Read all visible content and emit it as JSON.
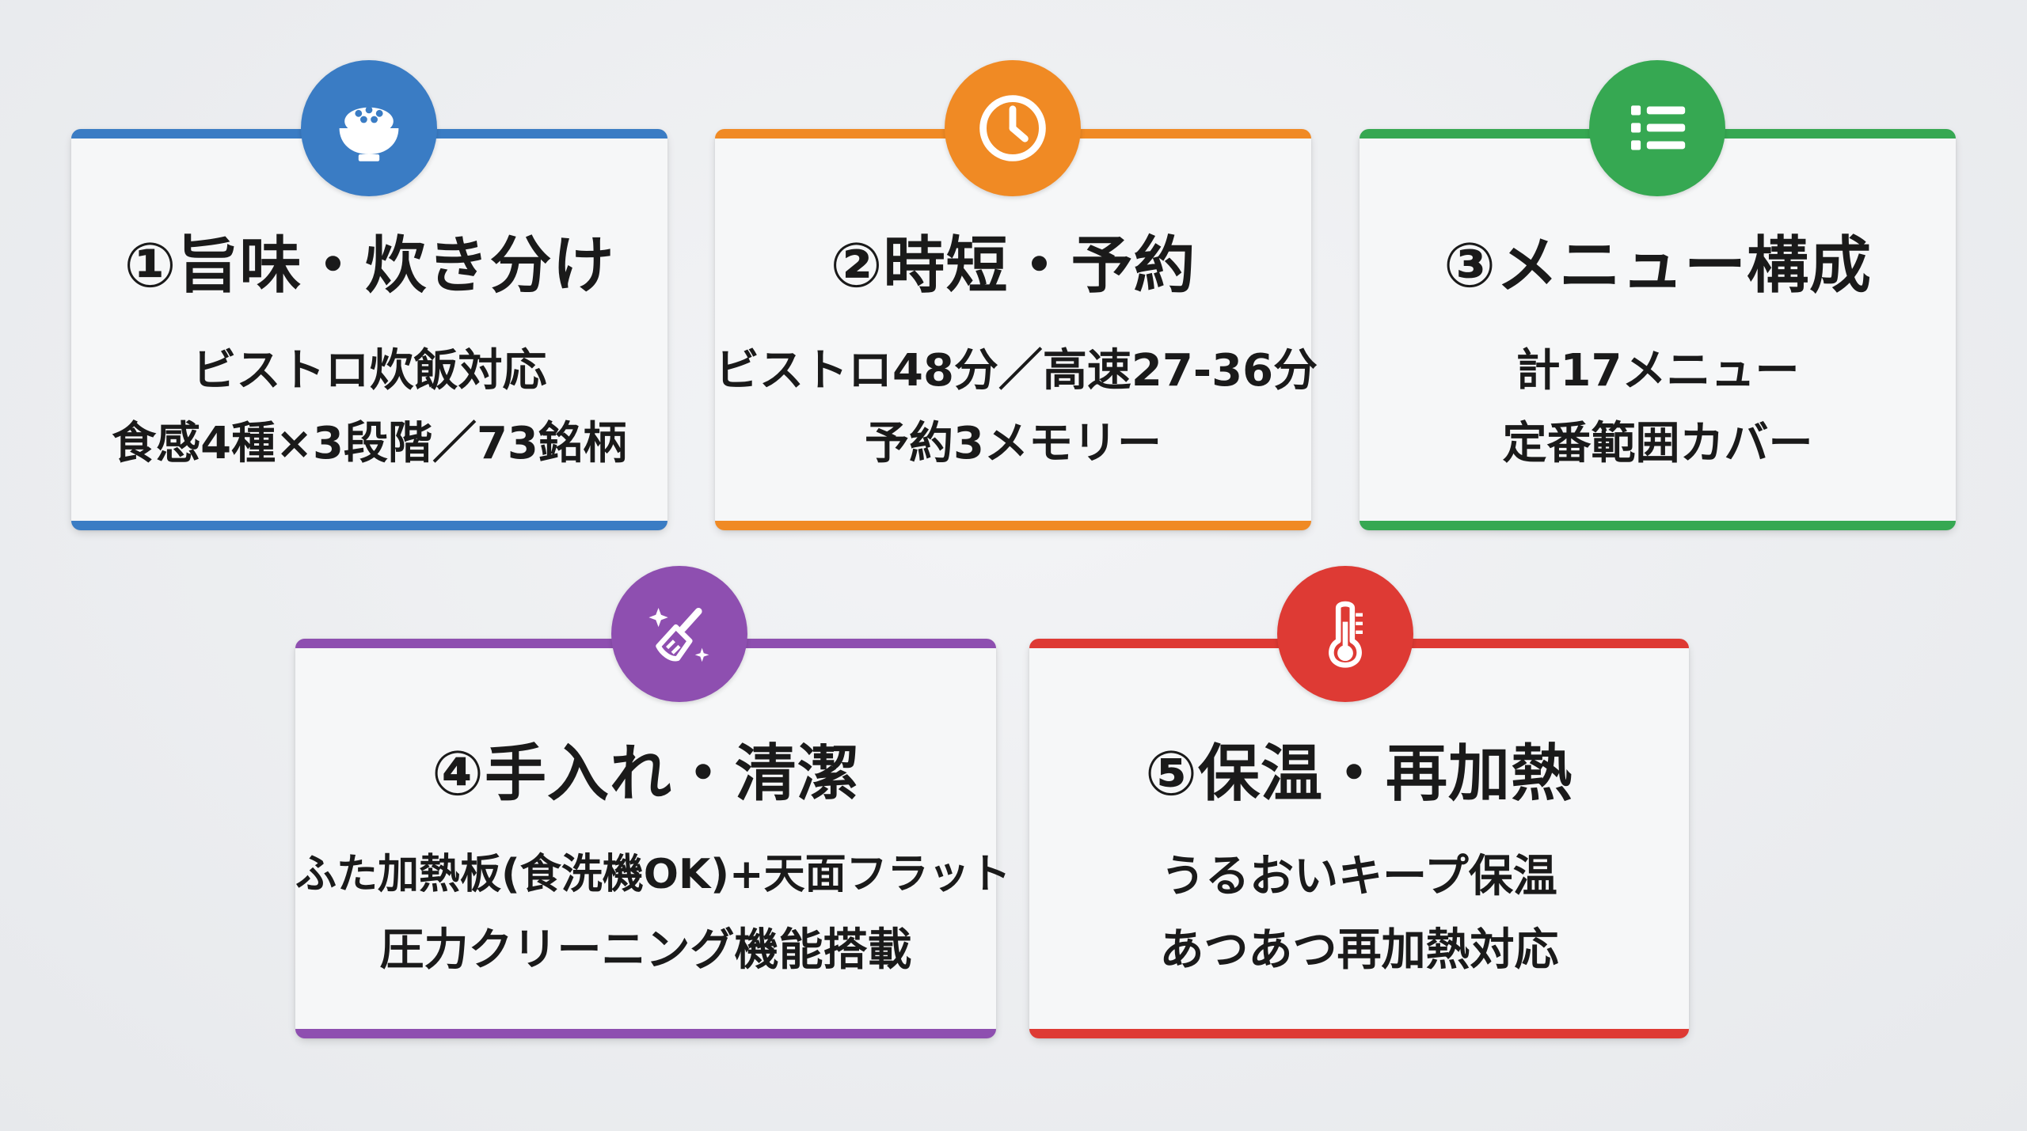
{
  "cards": [
    {
      "icon": "rice-bowl-icon",
      "color": "#3a7cc4",
      "title": "①旨味・炊き分け",
      "lines": [
        "ビストロ炊飯対応",
        "食感4種×3段階／73銘柄"
      ]
    },
    {
      "icon": "clock-icon",
      "color": "#f08a24",
      "title": "②時短・予約",
      "lines": [
        "ビストロ48分／高速27-36分",
        "予約3メモリー"
      ]
    },
    {
      "icon": "list-icon",
      "color": "#36a852",
      "title": "③メニュー構成",
      "lines": [
        "計17メニュー",
        "定番範囲カバー"
      ]
    },
    {
      "icon": "cleaning-brush-icon",
      "color": "#8e4fb0",
      "title": "④手入れ・清潔",
      "lines": [
        "ふた加熱板(食洗機OK)+天面フラット",
        "圧力クリーニング機能搭載"
      ]
    },
    {
      "icon": "thermometer-icon",
      "color": "#de3a34",
      "title": "⑤保温・再加熱",
      "lines": [
        "うるおいキープ保温",
        "あつあつ再加熱対応"
      ]
    }
  ]
}
